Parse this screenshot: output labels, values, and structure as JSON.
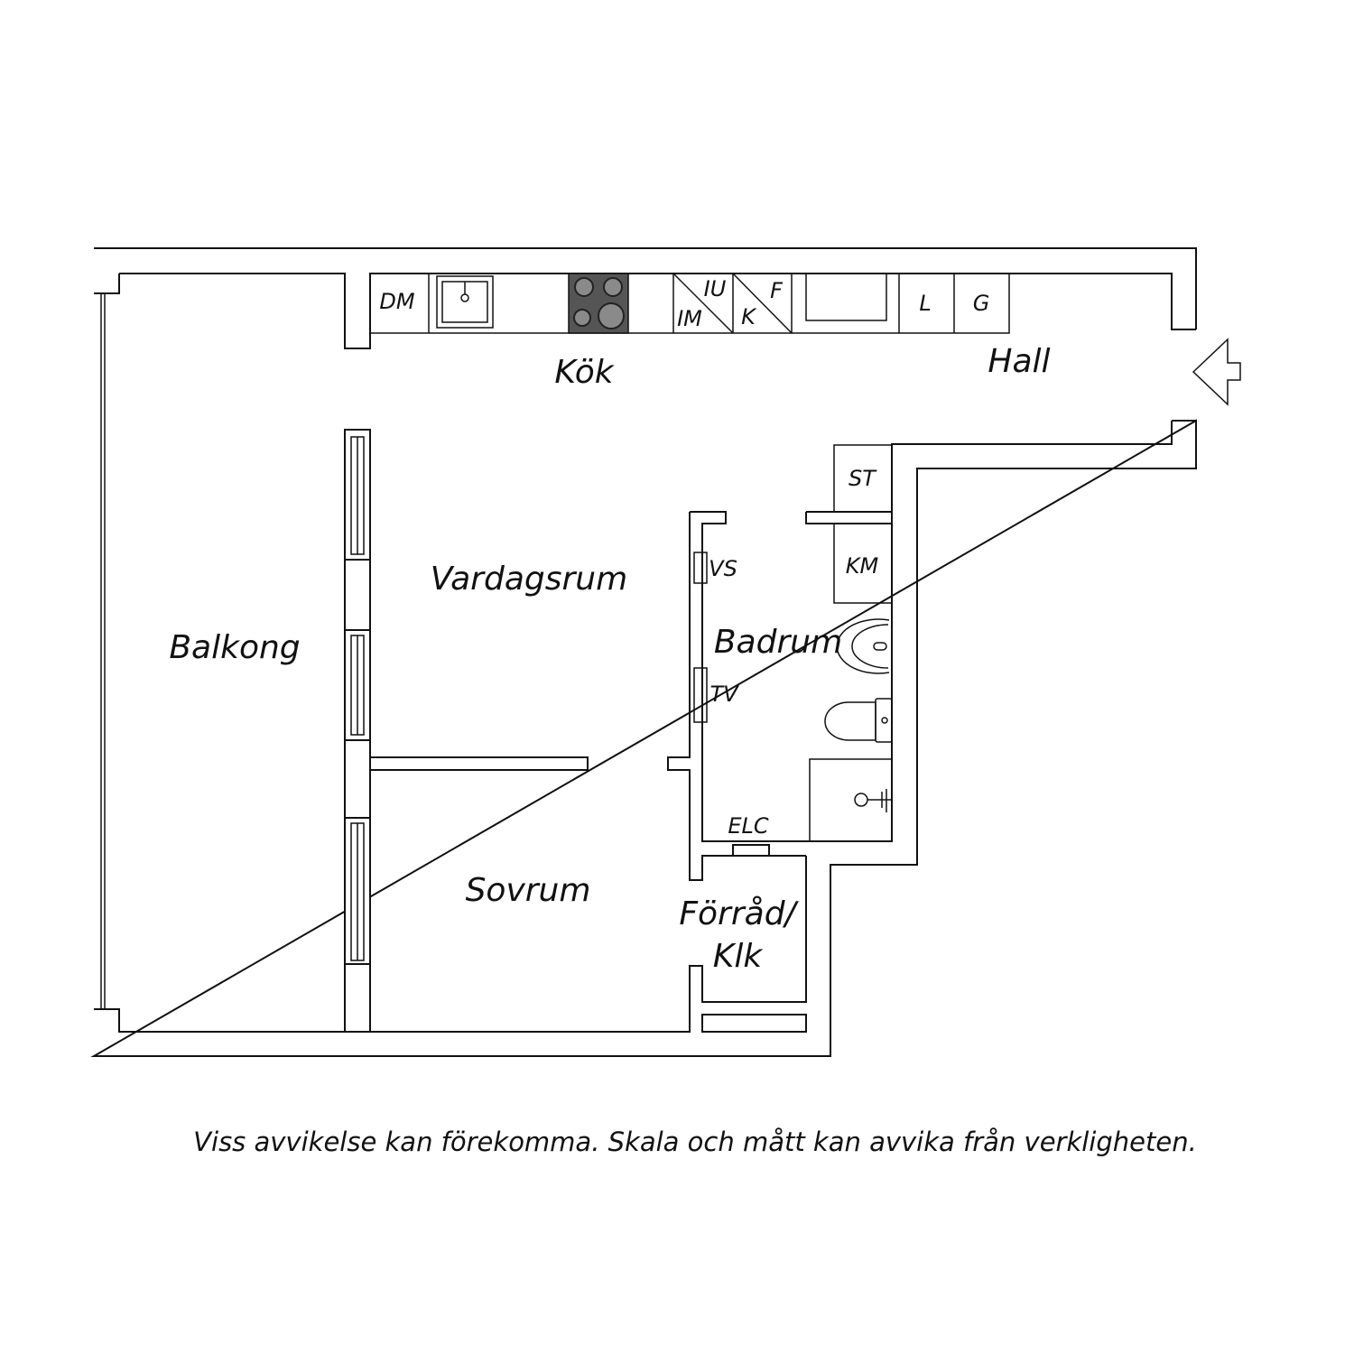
{
  "rooms": {
    "kok": "Kök",
    "hall": "Hall",
    "vardagsrum": "Vardagsrum",
    "balkong": "Balkong",
    "badrum": "Badrum",
    "sovrum": "Sovrum",
    "forrad_line1": "Förråd/",
    "forrad_line2": "Klk"
  },
  "fixtures": {
    "dm": "DM",
    "iu": "IU",
    "im": "IM",
    "f": "F",
    "k": "K",
    "l": "L",
    "g": "G",
    "st": "ST",
    "km": "KM",
    "vs": "VS",
    "tv": "TV",
    "elc": "ELC"
  },
  "disclaimer": "Viss avvikelse kan förekomma. Skala och mått kan avvika från verkligheten.",
  "colors": {
    "line": "#111111",
    "stove": "#555555",
    "background": "#ffffff"
  }
}
